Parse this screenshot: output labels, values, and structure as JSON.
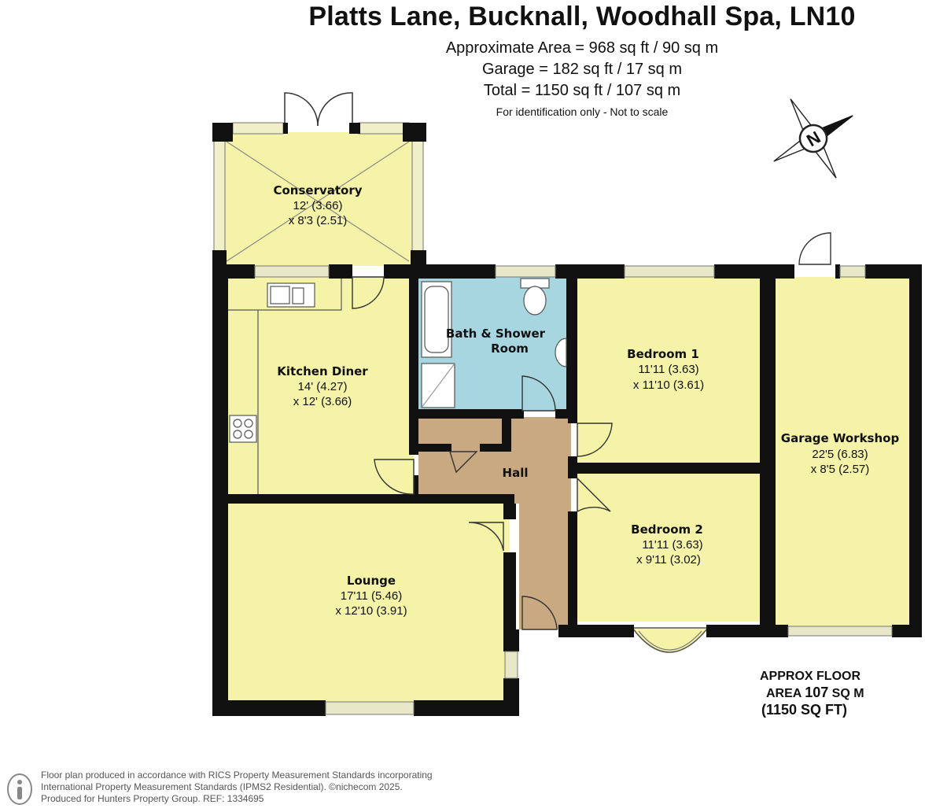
{
  "header": {
    "title": "Platts Lane, Bucknall, Woodhall Spa, LN10",
    "approx_area": "Approximate Area = 968 sq ft / 90 sq m",
    "garage": "Garage = 182 sq ft / 17 sq m",
    "total": "Total = 1150 sq ft / 107 sq m",
    "note": "For identification only - Not to scale"
  },
  "compass": {
    "letter": "N",
    "icon": "compass-icon"
  },
  "rooms": {
    "conservatory": {
      "name": "Conservatory",
      "dim1": "12' (3.66)",
      "dim2": "x 8'3 (2.51)"
    },
    "kitchen": {
      "name": "Kitchen Diner",
      "dim1": "14' (4.27)",
      "dim2": "x 12' (3.66)"
    },
    "bath": {
      "name1": "Bath & Shower",
      "name2": "Room"
    },
    "bedroom1": {
      "name": "Bedroom 1",
      "dim1": "11'11 (3.63)",
      "dim2": "x 11'10 (3.61)"
    },
    "bedroom2": {
      "name": "Bedroom 2",
      "dim1": "11'11 (3.63)",
      "dim2": "x 9'11 (3.02)"
    },
    "garage": {
      "name": "Garage Workshop",
      "dim1": "22'5 (6.83)",
      "dim2": "x 8'5 (2.57)"
    },
    "hall": {
      "name": "Hall"
    },
    "lounge": {
      "name": "Lounge",
      "dim1": "17'11 (5.46)",
      "dim2": "x 12'10 (3.91)"
    }
  },
  "approx_floor": {
    "line1": "APPROX FLOOR",
    "line2_prefix": "AREA ",
    "line2_value": "107",
    "line2_suffix": " SQ M",
    "line3": "(1150 SQ FT)"
  },
  "footer": {
    "line1": "Floor plan produced in accordance with RICS Property Measurement Standards incorporating",
    "line2": "International Property Measurement Standards (IPMS2 Residential).  ©nichecom 2025.",
    "line3": "Produced for Hunters Property Group. REF: 1334695"
  },
  "colors": {
    "wall": "#111111",
    "room_fill": "#f5f3a8",
    "bath_fill": "#a8d6e0",
    "hall_fill": "#c8a981",
    "window": "#e8e8c8"
  }
}
